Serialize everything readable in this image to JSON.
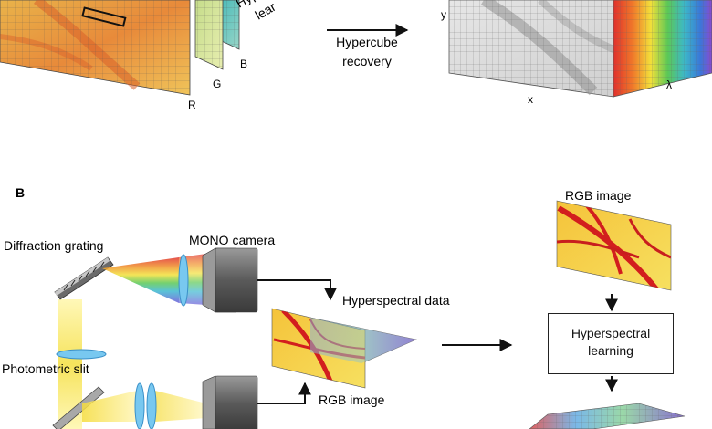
{
  "panel_a": {
    "channel_labels": [
      "R",
      "G",
      "B"
    ],
    "partial_label_1": "Hyp",
    "partial_label_2": "lear",
    "arrow_caption_line1": "Hypercube",
    "arrow_caption_line2": "recovery",
    "axis_x": "x",
    "axis_y": "y",
    "axis_lambda": "λ"
  },
  "panel_b": {
    "panel_letter": "B",
    "diffraction_grating": "Diffraction grating",
    "mono_camera": "MONO camera",
    "hyperspectral_data": "Hyperspectral data",
    "photometric_slit": "Photometric slit",
    "rgb_image_bottom": "RGB image",
    "rgb_image_top": "RGB image",
    "learning_box_line1": "Hyperspectral",
    "learning_box_line2": "learning"
  },
  "colors": {
    "accent_red": "#d21e1e",
    "accent_yellow": "#f5dc3c",
    "lens_blue": "#78c8f0",
    "camera_gray": "#7a7a7a"
  }
}
